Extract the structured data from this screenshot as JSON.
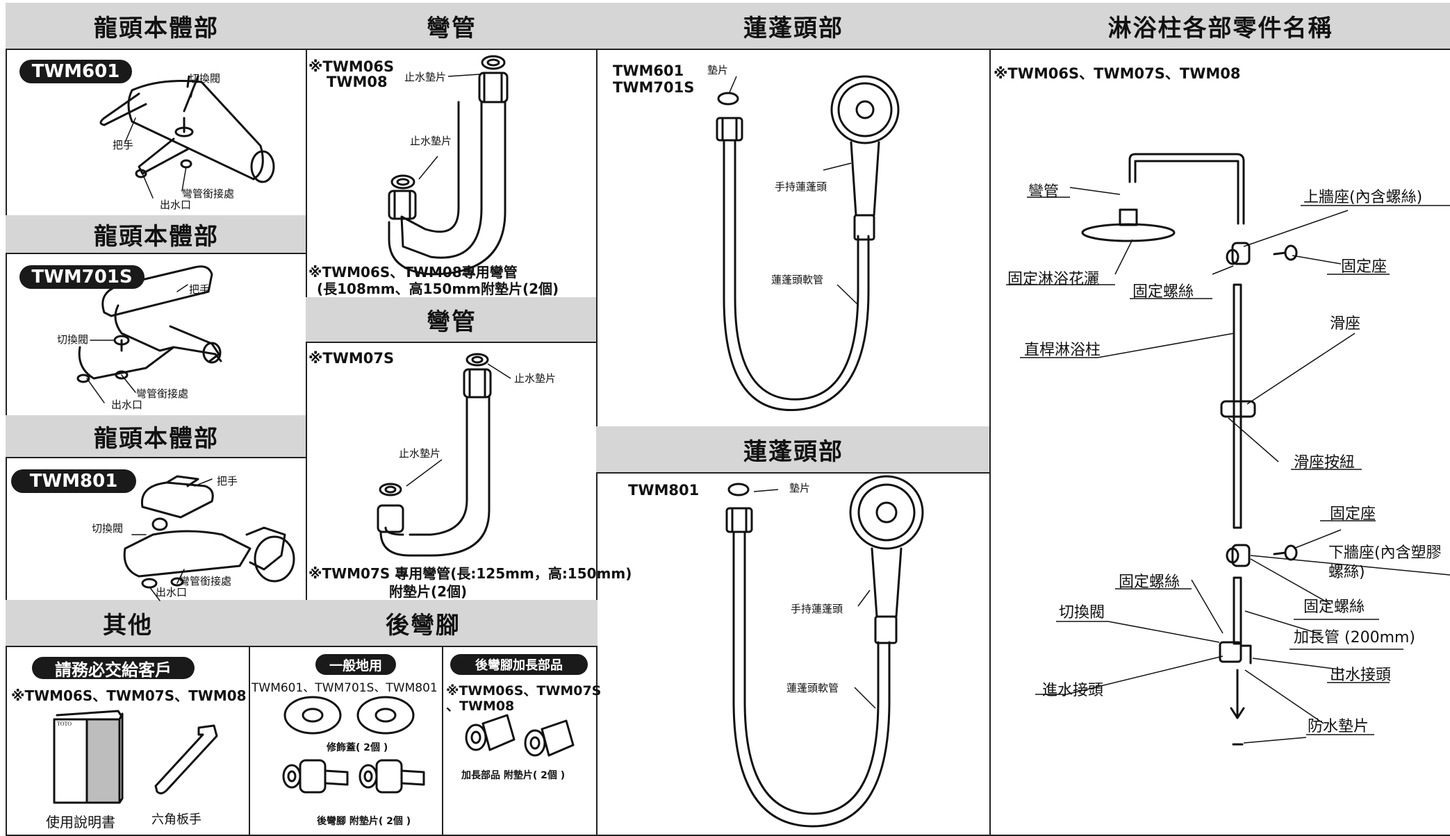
{
  "faucet": {
    "header1": "龍頭本體部",
    "header2": "龍頭本體部",
    "header3": "龍頭本體部",
    "m601": {
      "model": "TWM601",
      "switch": "切換閥",
      "handle": "把手",
      "joint": "彎管銜接處",
      "outlet": "出水口"
    },
    "m701": {
      "model": "TWM701S",
      "switch": "切換閥",
      "handle": "把手",
      "joint": "彎管銜接處",
      "outlet": "出水口"
    },
    "m801": {
      "model": "TWM801",
      "switch": "切換閥",
      "handle": "把手",
      "joint": "彎管銜接處",
      "outlet": "出水口"
    }
  },
  "bend": {
    "header1": "彎管",
    "models1": [
      "※TWM06S",
      "TWM08"
    ],
    "washer": "止水墊片",
    "note1": [
      "※TWM06S、TWM08專用彎管",
      "(長108mm、高150mm附墊片(2個)"
    ],
    "header2": "彎管",
    "models2": "※TWM07S",
    "note2": [
      "※TWM07S 專用彎管(長:125mm，高:150mm)",
      "附墊片(2個)"
    ]
  },
  "shower": {
    "header1": "蓮蓬頭部",
    "models1": [
      "TWM601",
      "TWM701S"
    ],
    "header2": "蓮蓬頭部",
    "models2": "TWM801",
    "pad": "墊片",
    "hand": "手持蓮蓬頭",
    "hose": "蓮蓬頭軟管"
  },
  "other": {
    "header": "其他",
    "pill": "請務必交給客戶",
    "models": "※TWM06S、TWM07S、TWM08",
    "manual_brand": "TOTO",
    "manual": "使用說明書",
    "wrench": "六角板手"
  },
  "rear": {
    "header": "後彎腳",
    "pill_general": "一般地用",
    "general_models": "TWM601、TWM701S、TWM801",
    "cover": "修飾蓋( 2個 )",
    "legs": "後彎腳 附墊片( 2個 )",
    "pill_ext": "後彎腳加長部品",
    "ext_models": [
      "※TWM06S、TWM07S",
      "、TWM08"
    ],
    "ext_note": "加長部品 附墊片( 2個 )"
  },
  "column": {
    "header": "淋浴柱各部零件名稱",
    "models": "※TWM06S、TWM07S、TWM08",
    "labels": {
      "bend": "彎管",
      "top_wall": "上牆座(內含螺絲)",
      "fix_head": "固定淋浴花灑",
      "fix_seat": "固定座",
      "fix_screw": "固定螺絲",
      "slide_seat": "滑座",
      "rod": "直桿淋浴柱",
      "slide_button": "滑座按紐",
      "fix_seat2": "固定座",
      "bottom_wall": [
        "下牆座(內含塑膠",
        "螺絲)"
      ],
      "fix_screw2": "固定螺絲",
      "fix_screw3": "固定螺絲",
      "switch": "切換閥",
      "ext_pipe": "加長管 (200mm)",
      "out_joint": "出水接頭",
      "in_joint": "進水接頭",
      "gasket": "防水墊片"
    }
  }
}
